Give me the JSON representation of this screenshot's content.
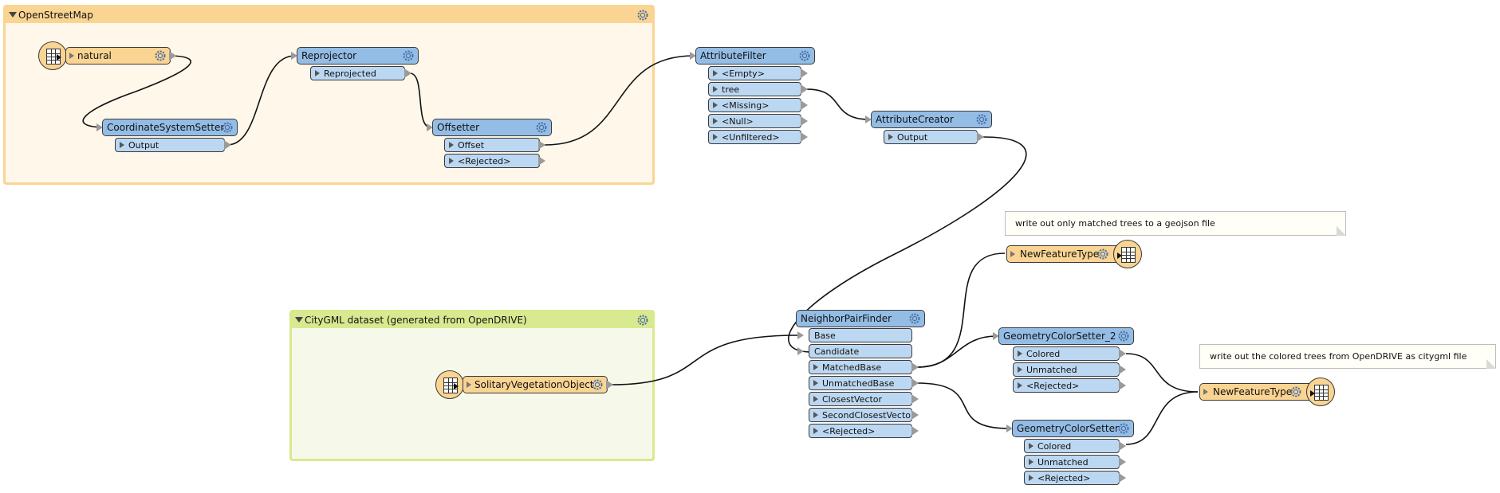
{
  "bookmarks": {
    "osm": {
      "title": "OpenStreetMap"
    },
    "citygml": {
      "title": "CityGML dataset (generated from OpenDRIVE)"
    }
  },
  "readers": {
    "natural": {
      "label": "natural"
    },
    "solitary": {
      "label": "SolitaryVegetationObject"
    }
  },
  "transformers": {
    "coord_setter": {
      "title": "CoordinateSystemSetter",
      "ports": [
        "Output"
      ]
    },
    "reprojector": {
      "title": "Reprojector",
      "ports": [
        "Reprojected"
      ]
    },
    "offsetter": {
      "title": "Offsetter",
      "ports": [
        "Offset",
        "<Rejected>"
      ]
    },
    "attribute_filter": {
      "title": "AttributeFilter",
      "ports": [
        "<Empty>",
        "tree",
        "<Missing>",
        "<Null>",
        "<Unfiltered>"
      ]
    },
    "attribute_creator": {
      "title": "AttributeCreator",
      "ports": [
        "Output"
      ]
    },
    "neighbor_pair_finder": {
      "title": "NeighborPairFinder",
      "inputs": [
        "Base",
        "Candidate"
      ],
      "ports": [
        "MatchedBase",
        "UnmatchedBase",
        "ClosestVector",
        "SecondClosestVector",
        "<Rejected>"
      ]
    },
    "geometry_color_setter_2": {
      "title": "GeometryColorSetter_2",
      "ports": [
        "Colored",
        "Unmatched",
        "<Rejected>"
      ]
    },
    "geometry_color_setter": {
      "title": "GeometryColorSetter",
      "ports": [
        "Colored",
        "Unmatched",
        "<Rejected>"
      ]
    }
  },
  "writers": {
    "geojson": {
      "label": "NewFeatureType"
    },
    "citygml": {
      "label": "NewFeatureType"
    }
  },
  "annotations": {
    "geojson_note": "write out only matched trees to a geojson file",
    "citygml_note": "write out the colored trees from OpenDRIVE as citygml file"
  },
  "colors": {
    "transformer": "#94bde6",
    "port": "#bcd7f1",
    "reader_writer": "#fad492",
    "bookmark_orange": "#fad492",
    "bookmark_green": "#d8e98f"
  }
}
